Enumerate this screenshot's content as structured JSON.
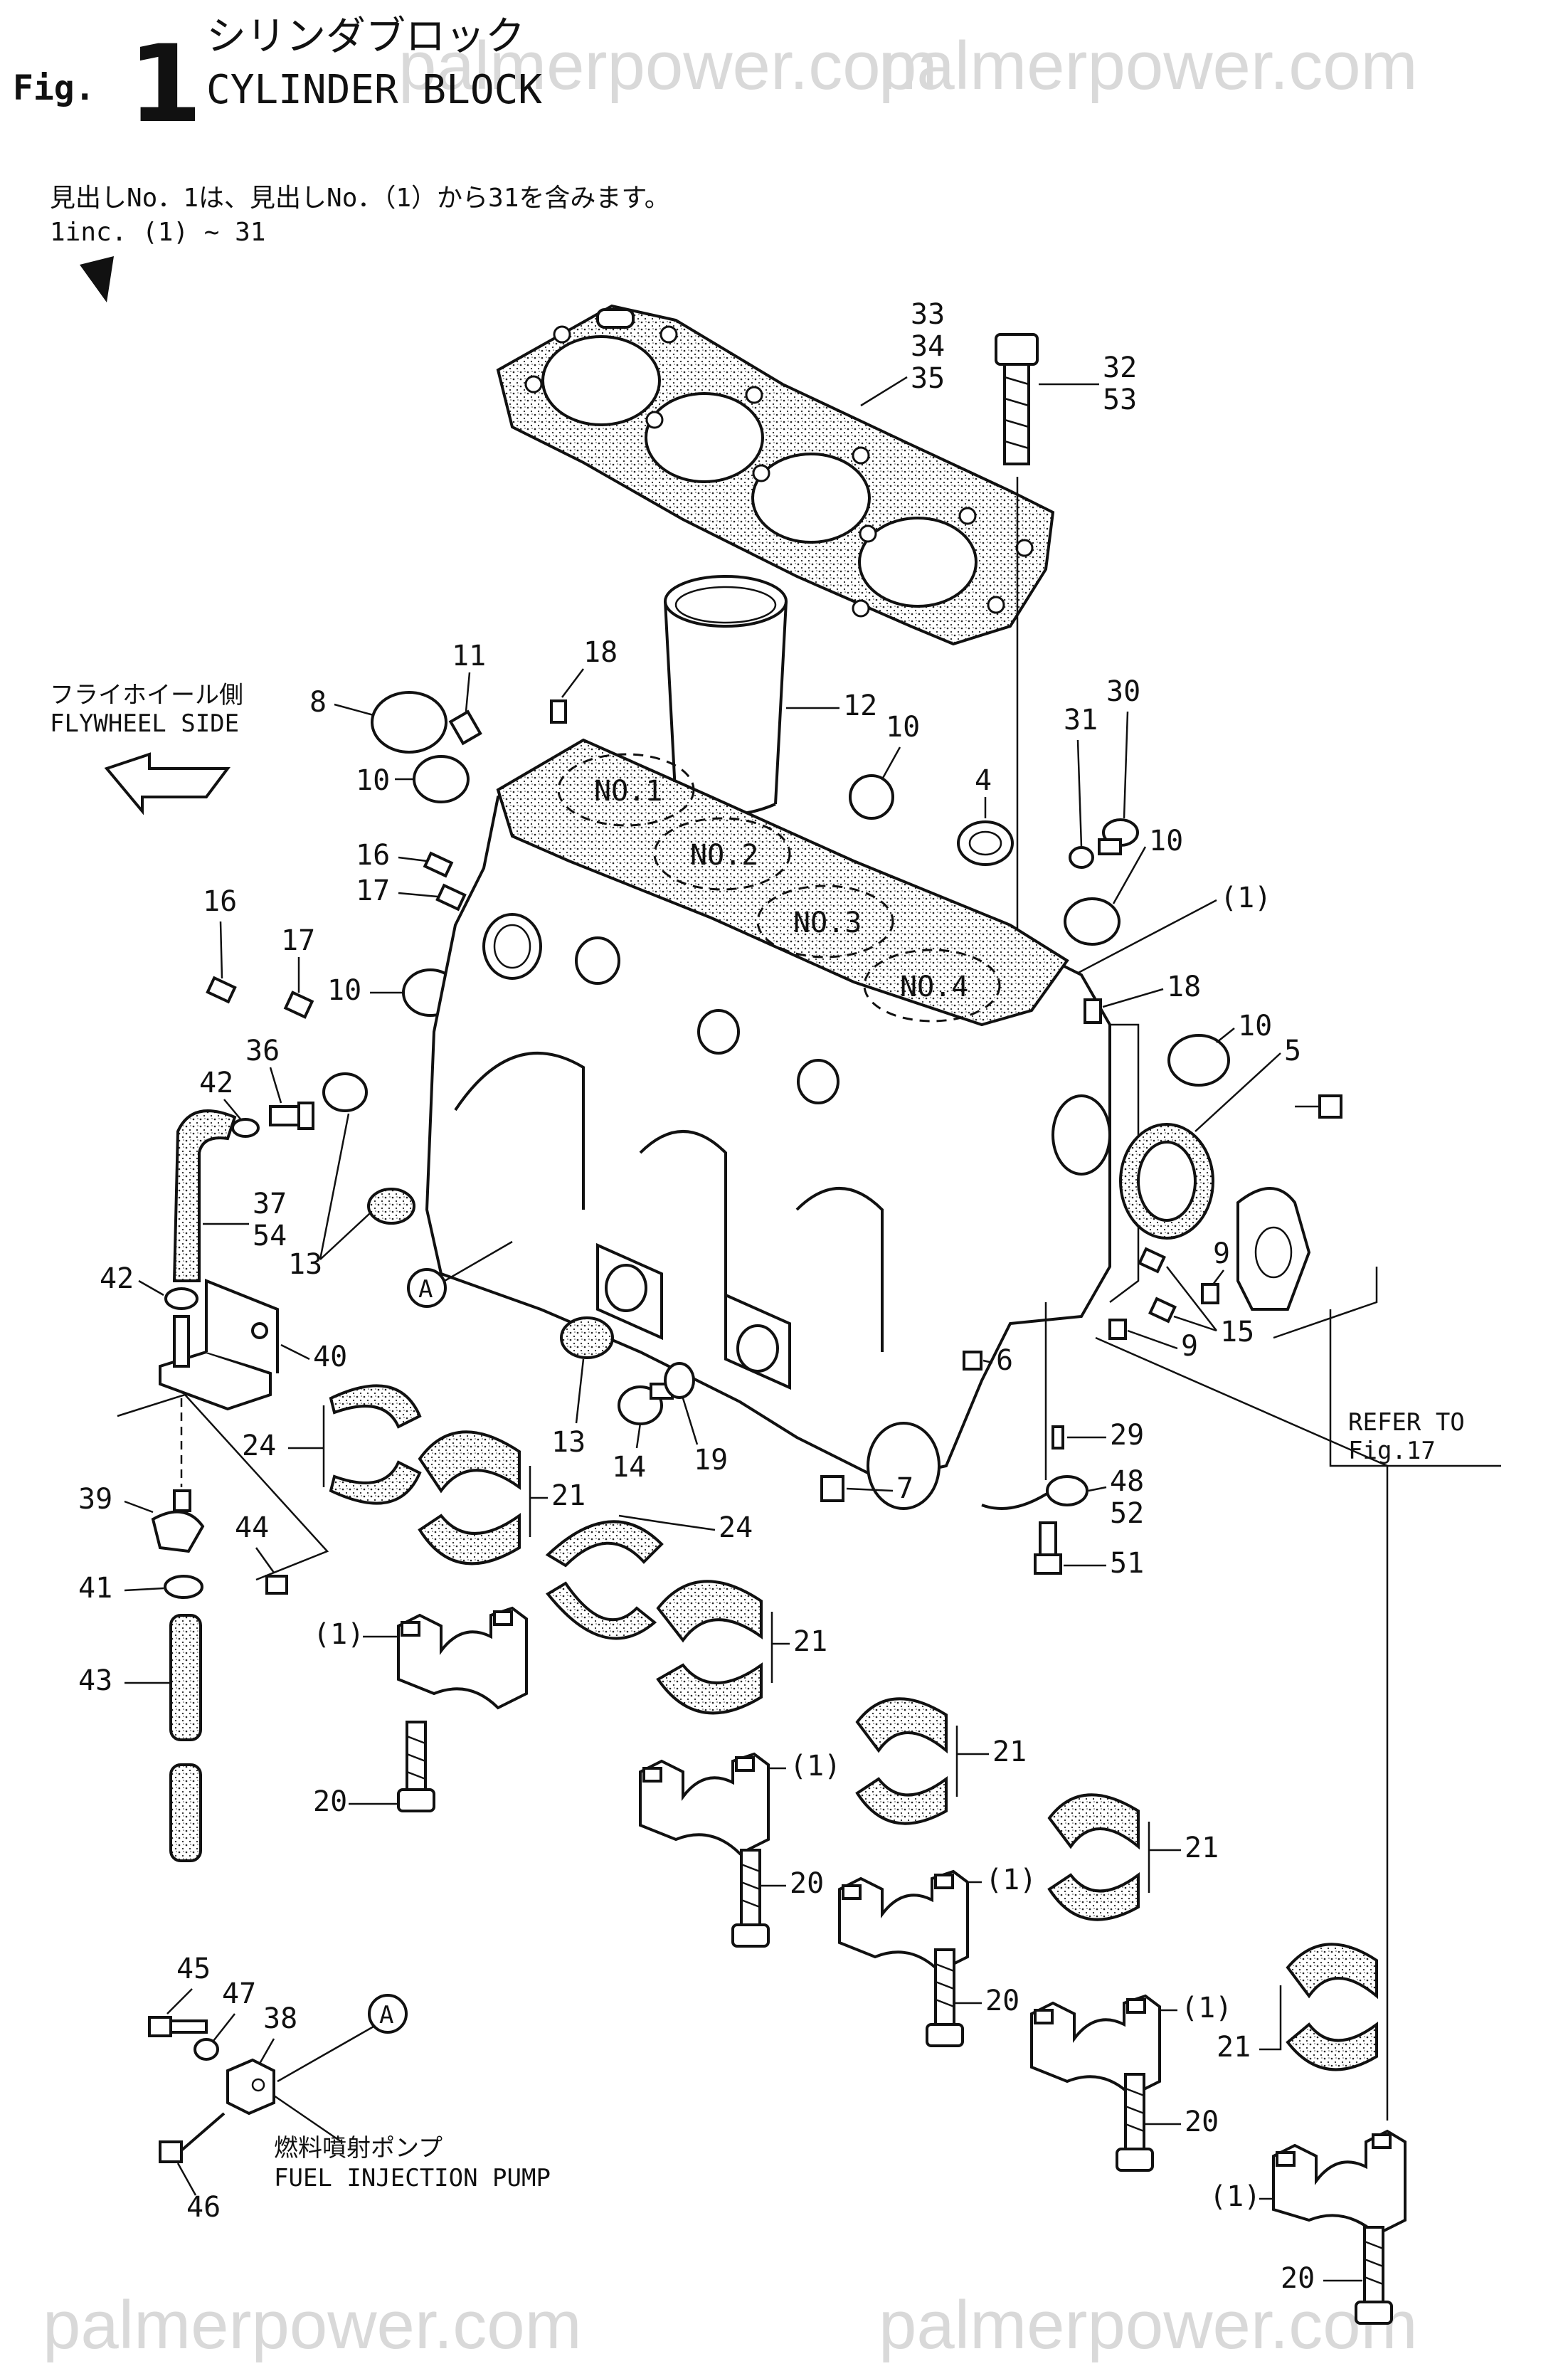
{
  "watermark": "palmerpower.com",
  "header": {
    "fig_word": "Fig.",
    "fig_number": "1",
    "title_jp": "シリンダブロック",
    "title_en": "CYLINDER BLOCK",
    "note_jp": "見出しNo．1は、見出しNo．（1）から31を含みます。",
    "note_en": "1inc. (1) ~ 31"
  },
  "side_labels": {
    "flywheel_jp": "フライホイール側",
    "flywheel_en": "FLYWHEEL SIDE",
    "refer_1": "REFER TO",
    "refer_2": "Fig.17",
    "pump_jp": "燃料噴射ポンプ",
    "pump_en": "FUEL INJECTION PUMP",
    "circle_a": "A"
  },
  "cylinders": {
    "c1": "NO.1",
    "c2": "NO.2",
    "c3": "NO.3",
    "c4": "NO.4"
  },
  "callouts": {
    "p33": "33",
    "p34": "34",
    "p35": "35",
    "p32": "32",
    "p53": "53",
    "p18a": "18",
    "p11": "11",
    "p8": "8",
    "p12": "12",
    "p10a": "10",
    "p10b": "10",
    "p10c": "10",
    "p10d": "10",
    "p10e": "10",
    "p4": "4",
    "p30": "30",
    "p31": "31",
    "p1a": "(1)",
    "p16a": "16",
    "p17a": "17",
    "p16b": "16",
    "p17b": "17",
    "p18b": "18",
    "p5": "5",
    "p36": "36",
    "p42a": "42",
    "p37": "37",
    "p54": "54",
    "p13a": "13",
    "p9a": "9",
    "p9b": "9",
    "p15": "15",
    "p42b": "42",
    "p40": "40",
    "p6": "6",
    "p24a": "24",
    "p21a": "21",
    "p13b": "13",
    "p14": "14",
    "p19": "19",
    "p29": "29",
    "p48": "48",
    "p52": "52",
    "p7": "7",
    "p39": "39",
    "p44": "44",
    "p24b": "24",
    "p51": "51",
    "p41": "41",
    "p1b": "(1)",
    "p21b": "21",
    "p43": "43",
    "p20a": "20",
    "p1c": "(1)",
    "p21c": "21",
    "p20b": "20",
    "p1d": "(1)",
    "p21d": "21",
    "p45": "45",
    "p47": "47",
    "p38": "38",
    "p20c": "20",
    "p1e": "(1)",
    "p21e": "21",
    "p20d": "20",
    "p46": "46",
    "p1f": "(1)",
    "p20e": "20"
  }
}
